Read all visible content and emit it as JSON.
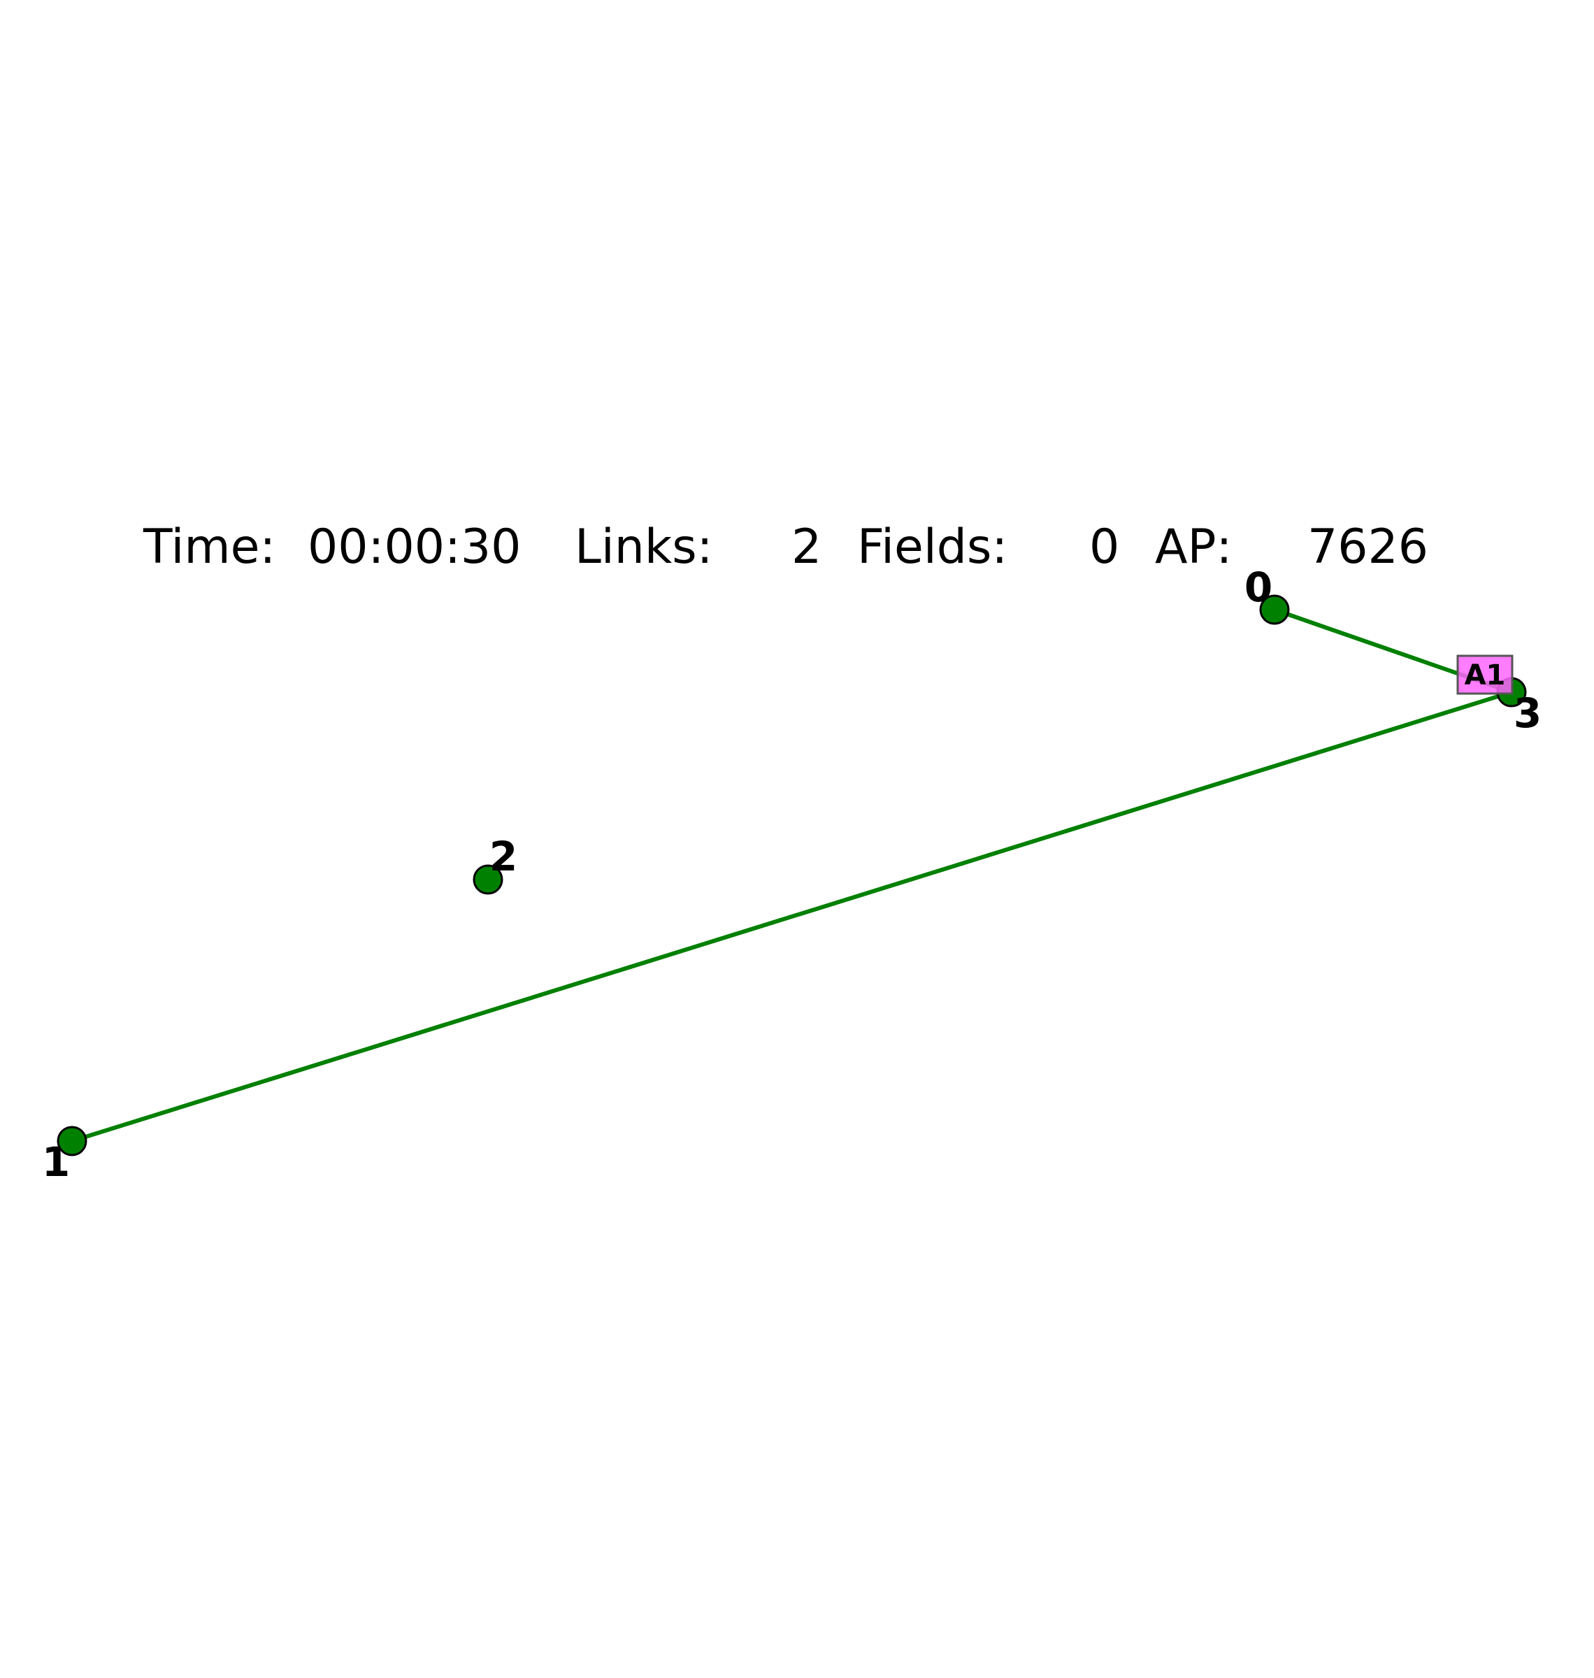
{
  "status": {
    "time_label": "Time:",
    "time_value": "00:00:30",
    "links_label": "Links:",
    "links_value": "2",
    "fields_label": "Fields:",
    "fields_value": "0",
    "ap_label": "AP:",
    "ap_value": "7626"
  },
  "portals": [
    {
      "id": "0",
      "label": "0"
    },
    {
      "id": "1",
      "label": "1"
    },
    {
      "id": "2",
      "label": "2"
    },
    {
      "id": "3",
      "label": "3"
    }
  ],
  "links": [
    {
      "from": "0",
      "to": "3"
    },
    {
      "from": "3",
      "to": "1"
    }
  ],
  "agents": [
    {
      "label": "A1",
      "at_portal": "3"
    }
  ],
  "colors": {
    "portal_fill": "#008000",
    "portal_stroke": "#000000",
    "link": "#008000",
    "agent_fill": "#ff66ff",
    "agent_stroke": "#555555",
    "text": "#000000",
    "background": "#ffffff"
  }
}
